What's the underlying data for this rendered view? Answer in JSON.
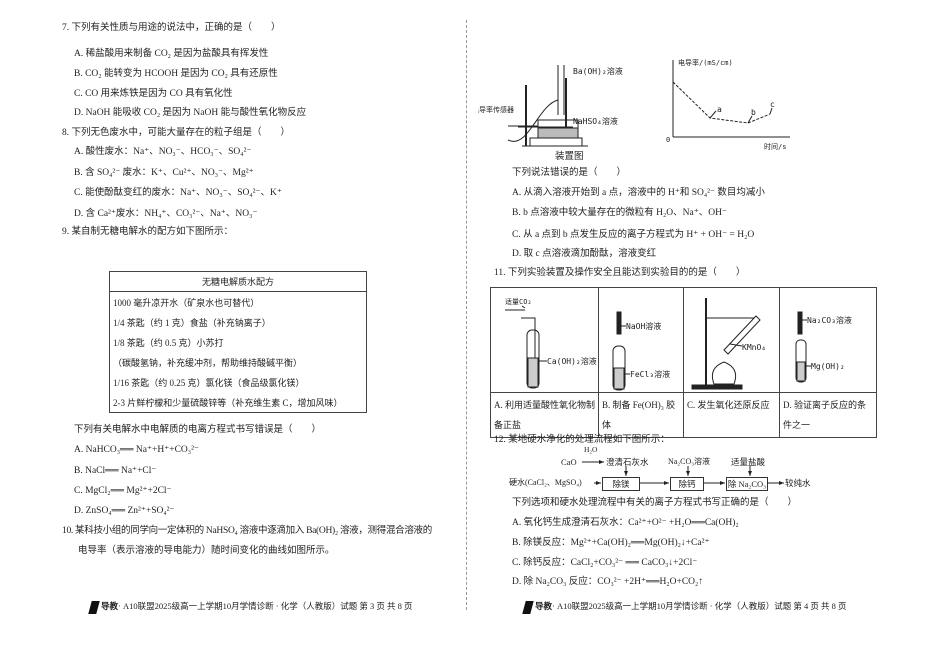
{
  "left": {
    "q7": {
      "stem": "7.  下列有关性质与用途的说法中，正确的是（　　）",
      "options": [
        "A.  稀盐酸用来制备 CO₂ 是因为盐酸具有挥发性",
        "B.  CO₂ 能转变为 HCOOH 是因为 CO₂ 具有还原性",
        "C.  CO 用来炼铁是因为 CO 具有氧化性",
        "D.  NaOH 能吸收 CO₂ 是因为 NaOH 能与酸性氧化物反应"
      ]
    },
    "q8": {
      "stem": "8.  下列无色废水中，可能大量存在的粒子组是（　　）",
      "options": [
        "A.  酸性废水：Na⁺、NO₃⁻、HCO₃⁻、SO₄²⁻",
        "B.  含 SO₄²⁻ 废水：K⁺、Cu²⁺、NO₃⁻、Mg²⁺",
        "C.  能使酚酞变红的废水：Na⁺、NO₃⁻、SO₄²⁻、K⁺",
        "D.  含 Ca²⁺废水：NH₄⁺、CO₃²⁻、Na⁺、NO₃⁻"
      ]
    },
    "q9": {
      "stem": "9.  某自制无糖电解水的配方如下图所示：",
      "table": {
        "title": "无糖电解质水配方",
        "rows": [
          "1000 毫升凉开水（矿泉水也可替代）",
          "1/4 茶匙（约 1 克）食盐（补充钠离子）",
          "1/8 茶匙（约 0.5 克）小苏打",
          "（碳酸氢钠，补充缓冲剂，帮助维持酸碱平衡）",
          "1/16 茶匙（约 0.25 克）氯化镁（食品级氯化镁）",
          "2-3 片鲜柠檬和少量硫酸锌等（补充维生素 C，增加风味）"
        ]
      },
      "question": "下列有关电解水中电解质的电离方程式书写错误是（　　）",
      "options": [
        "A.  NaHCO₃══ Na⁺+H⁺+CO₃²⁻",
        "B.  NaCl══ Na⁺+Cl⁻",
        "C.  MgCl₂══ Mg²⁺+2Cl⁻",
        "D.  ZnSO₄══ Zn²⁺+SO₄²⁻"
      ]
    },
    "q10": {
      "line1": "10.  某科技小组的同学向一定体积的 NaHSO₄ 溶液中逐滴加入 Ba(OH)₂ 溶液，测得混合溶液的",
      "line2": "电导率（表示溶液的导电能力）随时间变化的曲线如图所示。"
    },
    "footer": {
      "logo_text": "导教",
      "text": "· A10联盟2025级高一上学期10月学情诊断 · 化学（人教版）试题 第 3 页  共 8 页"
    }
  },
  "right": {
    "apparatus": {
      "label_reagent": "Ba(OH)₂溶液",
      "label_sensor": "电导率传感器",
      "label_solution": "NaHSO₄溶液",
      "caption": "装置图"
    },
    "graph": {
      "ylabel": "电导率/(mS/cm)",
      "xlabel": "时间/s",
      "origin": "0",
      "points": [
        "a",
        "b",
        "c"
      ]
    },
    "q10_question": "下列说法错误的是（　　）",
    "q10_options": [
      "A.  从滴入溶液开始到 a 点，溶液中的 H⁺和 SO₄²⁻ 数目均减小",
      "B.  b 点溶液中较大量存在的微粒有 H₂O、Na⁺、OH⁻",
      "C.  从 a 点到 b 点发生反应的离子方程式为 H⁺ + OH⁻ = H₂O",
      "D.  取 c 点溶液滴加酚酞，溶液变红"
    ],
    "q11": {
      "stem": "11.  下列实验装置及操作安全且能达到实验目的的是（　　）",
      "labels": {
        "a_gas": "适量CO₂",
        "a_sol": "Ca(OH)₂溶液",
        "b_drop": "NaOH溶液",
        "b_sol": "FeCl₃溶液",
        "c_sol": "KMnO₄",
        "d_drop": "Na₂CO₃溶液",
        "d_sol": "Mg(OH)₂"
      },
      "options": [
        "A. 利用适量酸性氧化物制备正盐",
        "B.  制备 Fe(OH)₃ 胶体",
        "C.  发生氧化还原反应",
        "D.  验证离子反应的条件之一"
      ]
    },
    "q12": {
      "stem": "12.  某地硬水净化的处理流程如下图所示：",
      "flow": {
        "cao": "CaO",
        "h2o": "H₂O",
        "limewater": "澄清石灰水",
        "na2co3": "Na₂CO₃溶液",
        "hcl": "适量盐酸",
        "input": "硬水(CaCl₂、MgSO₄)",
        "step1": "除镁",
        "step2": "除钙",
        "step3": "除 Na₂CO₃",
        "output": "较纯水"
      },
      "question": "下列选项和硬水处理流程中有关的离子方程式书写正确的是（　　）",
      "options": [
        "A.  氧化钙生成澄清石灰水：Ca²⁺+O²⁻ +H₂O══Ca(OH)₂",
        "B.  除镁反应：Mg²⁺+Ca(OH)₂══Mg(OH)₂↓+Ca²⁺",
        "C.  除钙反应：CaCl₂+CO₃²⁻ ══ CaCO₃↓+2Cl⁻",
        "D.  除 Na₂CO₃ 反应：CO₃²⁻ +2H⁺══H₂O+CO₂↑"
      ]
    },
    "footer": {
      "logo_text": "导教",
      "text": "· A10联盟2025级高一上学期10月学情诊断 · 化学（人教版）试题 第 4 页  共 8 页"
    }
  }
}
